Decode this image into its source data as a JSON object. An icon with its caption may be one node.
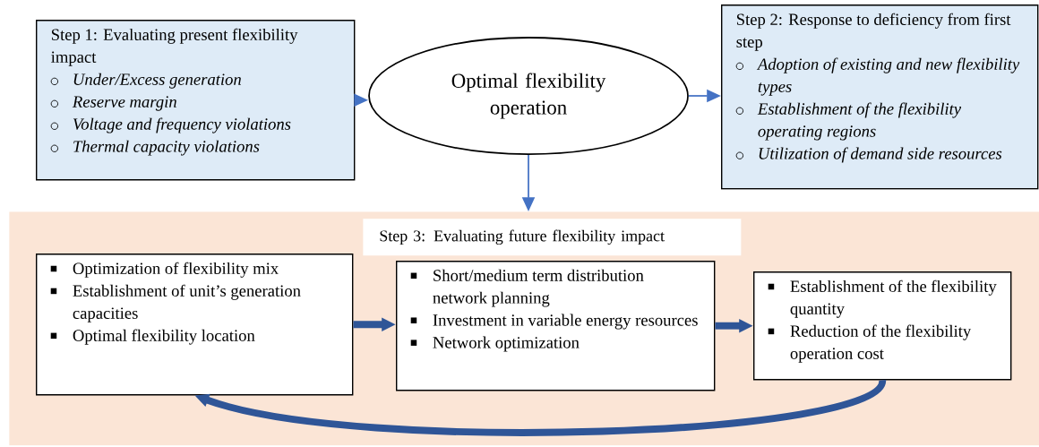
{
  "diagram": {
    "nodes": [
      {
        "text": [
          "Step 1: Evaluating present flexibility impact",
          "Under/Excess generation",
          "Reserve margin",
          "Voltage and frequency violations",
          "Thermal capacity violations"
        ]
      },
      {
        "text": [
          "Optimal flexibility operation"
        ]
      },
      {
        "text": [
          "Step 2: Response to deficiency from first step",
          "Adoption of existing and new flexibility types",
          "Establishment of the flexibility operating regions",
          "Utilization of demand side resources"
        ]
      },
      {
        "text": [
          "Step 3: Evaluating future flexibility impact"
        ]
      },
      {
        "text": [
          "Optimization of flexibility mix",
          "Establishment of unit’s generation capacities",
          "Optimal flexibility location"
        ],
        "in": 3
      },
      {
        "text": [
          "Short/medium term distribution network planning",
          "Investment in variable energy resources",
          "Network optimization"
        ],
        "in": 3
      },
      {
        "text": [
          "Establishment of the flexibility quantity",
          "Reduction of the flexibility operation cost"
        ],
        "in": 3
      }
    ],
    "edges": [
      {
        "from": 0,
        "to": 1,
        "arrow": "to"
      },
      {
        "from": 1,
        "to": 2,
        "arrow": "to"
      },
      {
        "from": 1,
        "to": 3,
        "arrow": "to"
      },
      {
        "from": 4,
        "to": 5,
        "arrow": "to",
        "style": "thick",
        "color": "#2f5597"
      },
      {
        "from": 5,
        "to": 6,
        "arrow": "to",
        "style": "thick",
        "color": "#2f5597"
      },
      {
        "from": 6,
        "to": 4,
        "arrow": "to",
        "style": "thick",
        "color": "#2f5597"
      }
    ]
  }
}
